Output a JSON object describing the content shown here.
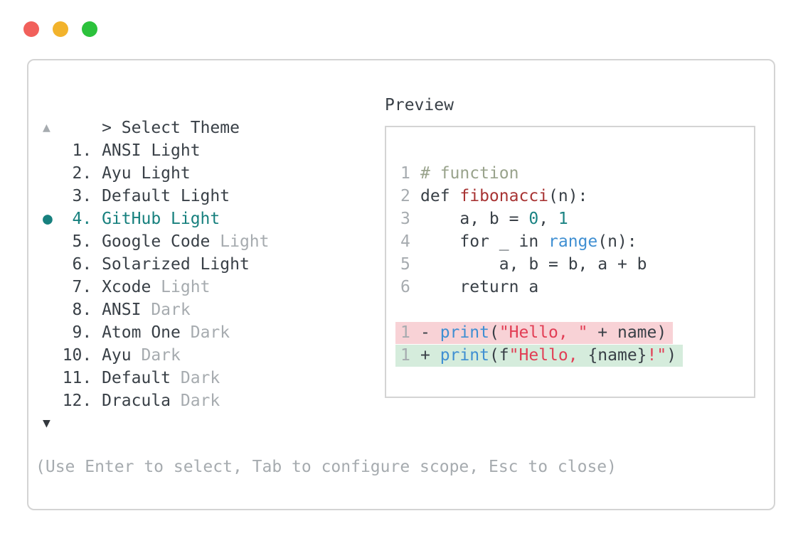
{
  "traffic_lights": {
    "red": "#f1605b",
    "yellow": "#f2b32c",
    "green": "#2cc23c"
  },
  "palette": {
    "ink": "#394047",
    "muted": "#a6abaf",
    "teal": "#17807e",
    "comment": "#99a38c",
    "func-red": "#a83434",
    "blue": "#3f8fd2",
    "num-teal": "#1a8383",
    "string-red": "#e23e55",
    "removed-bg": "#f8d2d6",
    "added-bg": "#d5ecdc",
    "border": "#d4d4d4",
    "arrow-dark": "#33383d"
  },
  "prompt": {
    "text": "> Select Theme"
  },
  "theme_list": {
    "scroll_up_icon": "▲",
    "scroll_down_icon": "▼",
    "selected_bullet": "●",
    "items": [
      {
        "number": "1",
        "name": "ANSI Light",
        "variant": "",
        "selected": false
      },
      {
        "number": "2",
        "name": "Ayu Light",
        "variant": "",
        "selected": false
      },
      {
        "number": "3",
        "name": "Default Light",
        "variant": "",
        "selected": false
      },
      {
        "number": "4",
        "name": "GitHub Light",
        "variant": "",
        "selected": true
      },
      {
        "number": "5",
        "name": "Google Code",
        "variant": "Light",
        "selected": false
      },
      {
        "number": "6",
        "name": "Solarized Light",
        "variant": "",
        "selected": false
      },
      {
        "number": "7",
        "name": "Xcode",
        "variant": "Light",
        "selected": false
      },
      {
        "number": "8",
        "name": "ANSI",
        "variant": "Dark",
        "selected": false
      },
      {
        "number": "9",
        "name": "Atom One",
        "variant": "Dark",
        "selected": false
      },
      {
        "number": "10",
        "name": "Ayu",
        "variant": "Dark",
        "selected": false
      },
      {
        "number": "11",
        "name": "Default",
        "variant": "Dark",
        "selected": false
      },
      {
        "number": "12",
        "name": "Dracula",
        "variant": "Dark",
        "selected": false
      }
    ]
  },
  "preview": {
    "label": "Preview",
    "code_lines": [
      {
        "num": "1",
        "diff": "",
        "tokens": [
          {
            "c": "comment",
            "text": "# function"
          }
        ]
      },
      {
        "num": "2",
        "diff": "",
        "tokens": [
          {
            "c": "ink",
            "text": "def "
          },
          {
            "c": "func",
            "text": "fibonacci"
          },
          {
            "c": "ink",
            "text": "(n):"
          }
        ]
      },
      {
        "num": "3",
        "diff": "",
        "tokens": [
          {
            "c": "ink",
            "text": "    a, b = "
          },
          {
            "c": "num",
            "text": "0"
          },
          {
            "c": "ink",
            "text": ", "
          },
          {
            "c": "num",
            "text": "1"
          }
        ]
      },
      {
        "num": "4",
        "diff": "",
        "tokens": [
          {
            "c": "ink",
            "text": "    for _ in "
          },
          {
            "c": "blue",
            "text": "range"
          },
          {
            "c": "ink",
            "text": "(n):"
          }
        ]
      },
      {
        "num": "5",
        "diff": "",
        "tokens": [
          {
            "c": "ink",
            "text": "        a, b = b, a + b"
          }
        ]
      },
      {
        "num": "6",
        "diff": "",
        "tokens": [
          {
            "c": "ink",
            "text": "    return a"
          }
        ]
      },
      {
        "num": "",
        "diff": "",
        "tokens": []
      },
      {
        "num": "1",
        "diff": "removed",
        "tokens": [
          {
            "c": "ink",
            "text": "- "
          },
          {
            "c": "blue",
            "text": "print"
          },
          {
            "c": "ink",
            "text": "("
          },
          {
            "c": "str",
            "text": "\"Hello, \""
          },
          {
            "c": "ink",
            "text": " + name)"
          }
        ]
      },
      {
        "num": "1",
        "diff": "added",
        "tokens": [
          {
            "c": "ink",
            "text": "+ "
          },
          {
            "c": "blue",
            "text": "print"
          },
          {
            "c": "ink",
            "text": "(f"
          },
          {
            "c": "str",
            "text": "\"Hello, "
          },
          {
            "c": "ink",
            "text": "{name}"
          },
          {
            "c": "str",
            "text": "!\""
          },
          {
            "c": "ink",
            "text": ")"
          }
        ]
      }
    ]
  },
  "footer": {
    "hint": "(Use Enter to select, Tab to configure scope, Esc to close)"
  }
}
